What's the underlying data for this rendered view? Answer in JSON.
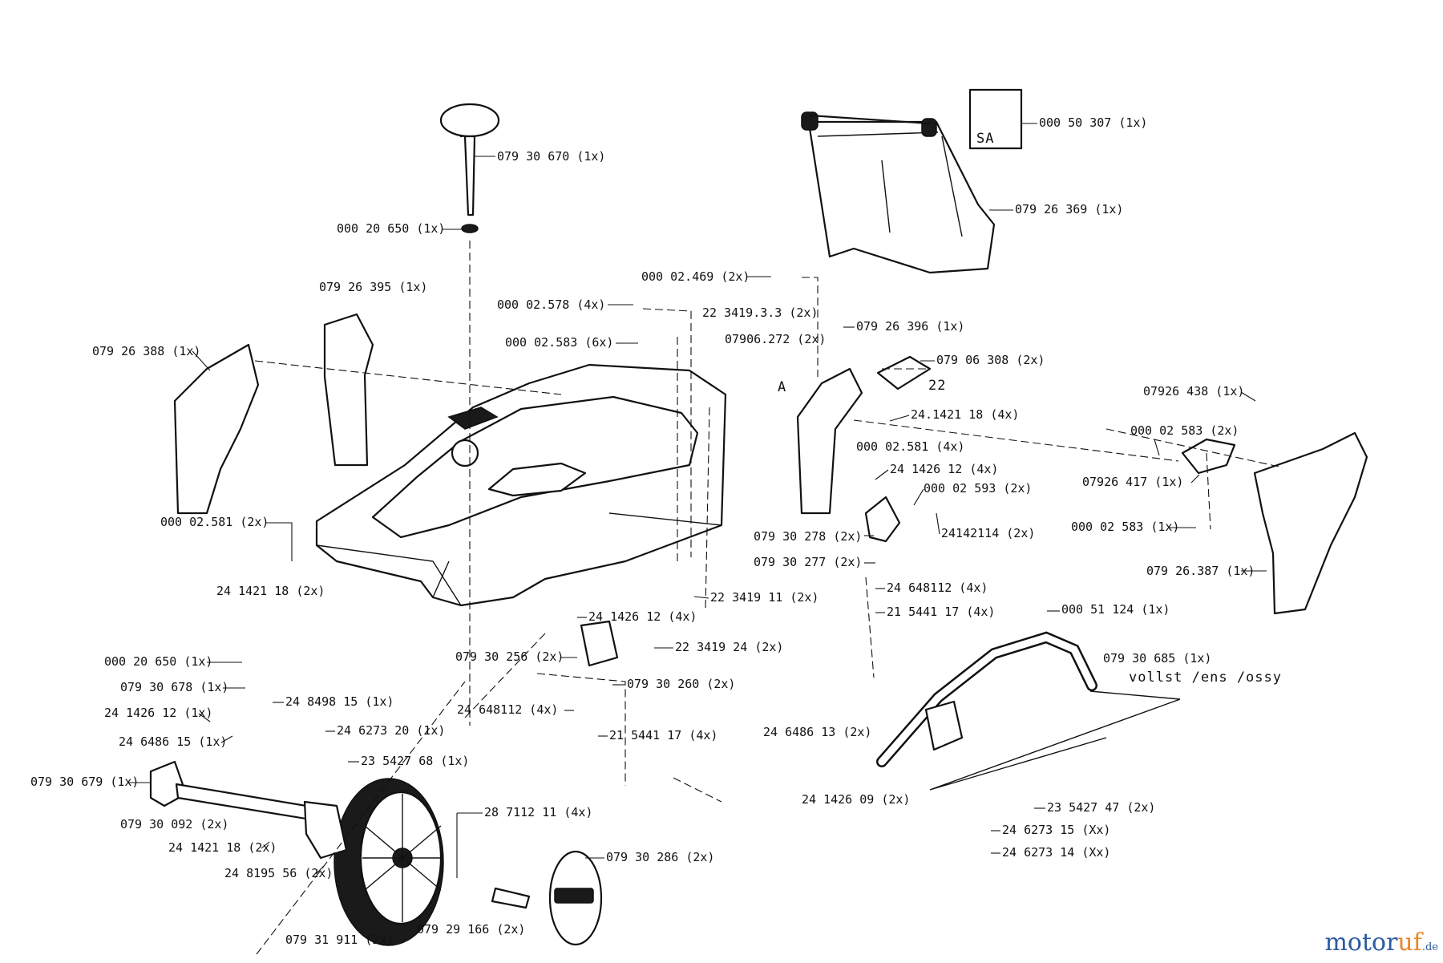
{
  "labels": [
    {
      "id": "p01",
      "text": "079 30 670  (1x)"
    },
    {
      "id": "p02",
      "text": "000 20 650  (1x)"
    },
    {
      "id": "p03",
      "text": "079 26 395  (1x)"
    },
    {
      "id": "p04",
      "text": "079 26 388  (1x)"
    },
    {
      "id": "p05",
      "text": "000 02.578  (4x)"
    },
    {
      "id": "p06",
      "text": "000 02.583  (6x)"
    },
    {
      "id": "p07",
      "text": "000 02.469  (2x)"
    },
    {
      "id": "p08",
      "text": "22 3419.3.3  (2x)"
    },
    {
      "id": "p09",
      "text": "07906.272  (2x)"
    },
    {
      "id": "p10",
      "text": "079 26 396  (1x)"
    },
    {
      "id": "p11",
      "text": "079 06 308  (2x)"
    },
    {
      "id": "p12",
      "text": "000 50 307  (1x)"
    },
    {
      "id": "p13",
      "text": "079 26 369  (1x)"
    },
    {
      "id": "p14",
      "text": "24.1421 18  (4x)"
    },
    {
      "id": "p15",
      "text": "000 02.581  (4x)"
    },
    {
      "id": "p16",
      "text": "24 1426 12  (4x)"
    },
    {
      "id": "p17",
      "text": "000 02 593  (2x)"
    },
    {
      "id": "p18",
      "text": "24142114  (2x)"
    },
    {
      "id": "p19",
      "text": "079 30 278  (2x)"
    },
    {
      "id": "p20",
      "text": "079 30 277  (2x)"
    },
    {
      "id": "p21",
      "text": "24 648112  (4x)"
    },
    {
      "id": "p22",
      "text": "21 5441 17  (4x)"
    },
    {
      "id": "p23",
      "text": "22 3419 11  (2x)"
    },
    {
      "id": "p24",
      "text": "07926 438  (1x)"
    },
    {
      "id": "p25",
      "text": "000 02 583  (2x)"
    },
    {
      "id": "p26",
      "text": "07926 417  (1x)"
    },
    {
      "id": "p27",
      "text": "000 02 583  (1x)"
    },
    {
      "id": "p28",
      "text": "079 26.387  (1x)"
    },
    {
      "id": "p29",
      "text": "000 02.581  (2x)"
    },
    {
      "id": "p30",
      "text": "24 1421 18  (2x)"
    },
    {
      "id": "p31",
      "text": "24 1426 12  (4x)"
    },
    {
      "id": "p32",
      "text": "079 30 256  (2x)"
    },
    {
      "id": "p33",
      "text": "22 3419 24  (2x)"
    },
    {
      "id": "p34",
      "text": "079 30 260  (2x)"
    },
    {
      "id": "p35",
      "text": "24 648112  (4x)"
    },
    {
      "id": "p36",
      "text": "21 5441 17  (4x)"
    },
    {
      "id": "p37",
      "text": "000 20 650  (1x)"
    },
    {
      "id": "p38",
      "text": "079 30 678  (1x)"
    },
    {
      "id": "p39",
      "text": "24 1426 12  (1x)"
    },
    {
      "id": "p40",
      "text": "24 6486 15  (1x)"
    },
    {
      "id": "p41",
      "text": "24 8498 15  (1x)"
    },
    {
      "id": "p42",
      "text": "24 6273 20  (1x)"
    },
    {
      "id": "p43",
      "text": "23 5427 68  (1x)"
    },
    {
      "id": "p44",
      "text": "079 30 679  (1x)"
    },
    {
      "id": "p45",
      "text": "079 30 092  (2x)"
    },
    {
      "id": "p46",
      "text": "24 1421 18  (2x)"
    },
    {
      "id": "p47",
      "text": "24 8195 56  (2x)"
    },
    {
      "id": "p48",
      "text": "28 7112 11  (4x)"
    },
    {
      "id": "p49",
      "text": "079 30 286  (2x)"
    },
    {
      "id": "p50",
      "text": "079 31 911  (2x)"
    },
    {
      "id": "p51",
      "text": "079 29 166  (2x)"
    },
    {
      "id": "p52",
      "text": "000 51 124  (1x)"
    },
    {
      "id": "p53",
      "text": "079 30 685  (1x)"
    },
    {
      "id": "p54",
      "text": "24 6486 13  (2x)"
    },
    {
      "id": "p55",
      "text": "24 1426 09  (2x)"
    },
    {
      "id": "p56",
      "text": "23 5427 47  (2x)"
    },
    {
      "id": "p57",
      "text": "24 6273 15  (Xx)"
    },
    {
      "id": "p58",
      "text": "24 6273 14  (Xx)"
    }
  ],
  "notes": {
    "handle_note": "vollst /ens /ossy",
    "sa": "SA",
    "a_left": "A",
    "a_right": "22"
  },
  "watermark": {
    "part1": "motor",
    "part2": "uf",
    ".tld": "",
    "tld": ".de"
  }
}
